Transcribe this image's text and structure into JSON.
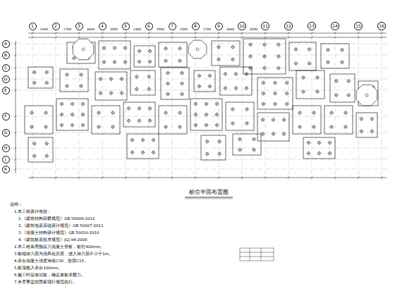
{
  "diagram": {
    "title": "桩位平面布置图",
    "nodes": [
      {
        "text": [
          "1"
        ]
      },
      {
        "text": [
          "2"
        ]
      },
      {
        "text": [
          "3"
        ]
      },
      {
        "text": [
          "4"
        ]
      },
      {
        "text": [
          "5"
        ]
      },
      {
        "text": [
          "6"
        ]
      },
      {
        "text": [
          "7"
        ]
      },
      {
        "text": [
          "8"
        ]
      },
      {
        "text": [
          "9"
        ]
      },
      {
        "text": [
          "10"
        ]
      },
      {
        "text": [
          "11"
        ]
      },
      {
        "text": [
          "12"
        ]
      },
      {
        "text": [
          "13"
        ]
      },
      {
        "text": [
          "14"
        ]
      },
      {
        "text": [
          "15"
        ]
      },
      {
        "text": [
          "16"
        ]
      },
      {
        "text": [
          "A"
        ]
      },
      {
        "text": [
          "B"
        ]
      },
      {
        "text": [
          "C"
        ]
      },
      {
        "text": [
          "D"
        ]
      },
      {
        "text": [
          "E"
        ]
      },
      {
        "text": [
          "F"
        ]
      },
      {
        "text": [
          "G"
        ]
      },
      {
        "text": [
          "H"
        ]
      },
      {
        "text": [
          "J"
        ]
      },
      {
        "text": [
          "K"
        ]
      }
    ],
    "edges": [],
    "labels": [
      "说明：",
      "1.本工程设计依据：",
      "1.《建筑结构荷载规范》GB 50009-2012",
      "2.《建筑地基基础设计规范》GB 50007-2011",
      "3.《混凝土结构设计规范》GB 50010-2010",
      "4.《建筑桩基技术规范》JGJ 94-2008",
      "2.本工程采用预应力混凝土管桩，桩径400mm。",
      "3.桩端持力层为强风化岩层，进入持力层不小于1m。",
      "4.承台混凝土强度等级C30，垫层C15。",
      "5.桩顶嵌入承台100mm。",
      "6.施工时应做试桩，确定单桩承载力。",
      "7.未尽事宜按国家现行规范执行。",
      "3300",
      "2700",
      "3600",
      "3000",
      "2400",
      "3900",
      "3300",
      "2700",
      "3600",
      "3000"
    ]
  }
}
